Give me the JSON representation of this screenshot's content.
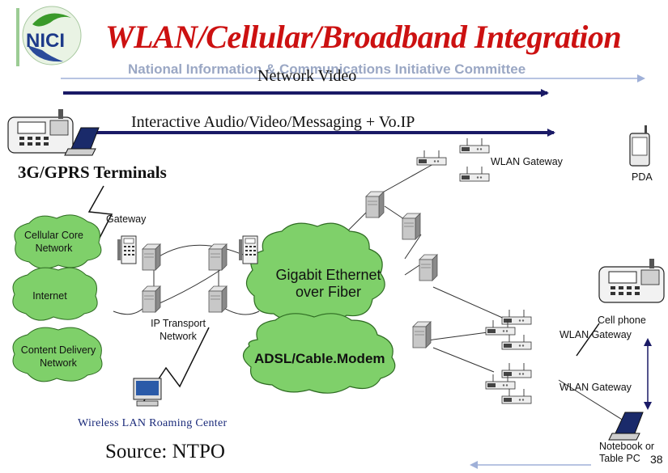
{
  "slide": {
    "title": "WLAN/Cellular/Broadband Integration",
    "subtitle": "National Information & Communications Initiative Committee",
    "logo_text": "NICI",
    "page_number": "38"
  },
  "arrows": {
    "network_video": "Network Video",
    "interactive": "Interactive Audio/Video/Messaging + Vo.IP"
  },
  "labels": {
    "terminals_3g": "3G/GPRS Terminals",
    "wlan_gateway_top": "WLAN Gateway",
    "pda": "PDA",
    "gateway": "Gateway",
    "cellular_core": [
      "Cellular Core",
      "Network"
    ],
    "internet": "Internet",
    "content_delivery": [
      "Content Delivery",
      "Network"
    ],
    "ip_transport": [
      "IP Transport",
      "Network"
    ],
    "gigabit": [
      "Gigabit Ethernet",
      "over Fiber"
    ],
    "adsl": "ADSL/Cable.Modem",
    "cell_phone": "Cell phone",
    "wlan_gateway_mid": "WLAN Gateway",
    "wlan_gateway_low": "WLAN Gateway",
    "wireless_lan_center": "Wireless LAN Roaming Center",
    "notebook": [
      "Notebook or",
      "Table PC"
    ],
    "source": "Source: NTPO"
  },
  "colors": {
    "title": "#cc1111",
    "subtitle": "#9aa7c4",
    "arrow_dark": "#1a1a66",
    "arrow_light": "#9fb0d8",
    "cloud_fill": "#7fd06a",
    "logo_green": "#3a9a2a",
    "logo_blue": "#2a4a9a"
  }
}
